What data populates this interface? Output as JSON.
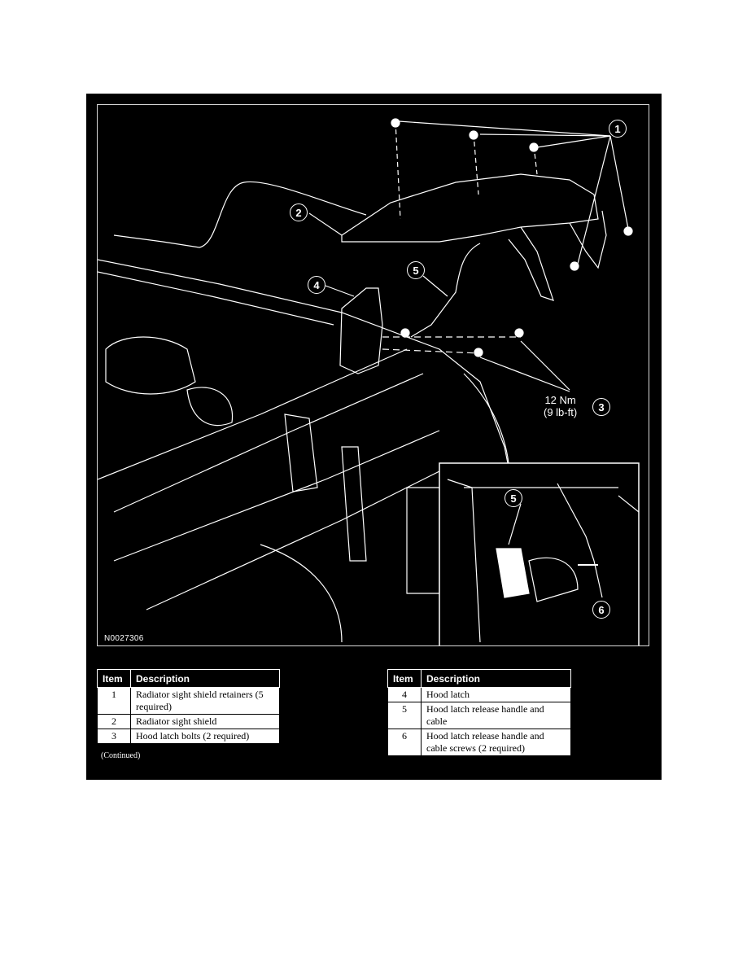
{
  "figure": {
    "id_code": "N0027306",
    "torque_value": "12 Nm",
    "torque_imperial": "(9 lb-ft)",
    "callouts": {
      "c1": "1",
      "c2": "2",
      "c3": "3",
      "c4": "4",
      "c5": "5",
      "c5_inset": "5",
      "c6": "6"
    }
  },
  "legend": {
    "header_item": "Item",
    "header_description": "Description",
    "left_rows": [
      {
        "item": "1",
        "description": "Radiator sight shield retainers (5 required)"
      },
      {
        "item": "2",
        "description": "Radiator sight shield"
      },
      {
        "item": "3",
        "description": "Hood latch bolts (2 required)"
      }
    ],
    "right_rows": [
      {
        "item": "4",
        "description": "Hood latch"
      },
      {
        "item": "5",
        "description": "Hood latch release handle and cable"
      },
      {
        "item": "6",
        "description": "Hood latch release handle and cable screws (2 required)"
      }
    ],
    "continued": "(Continued)"
  }
}
